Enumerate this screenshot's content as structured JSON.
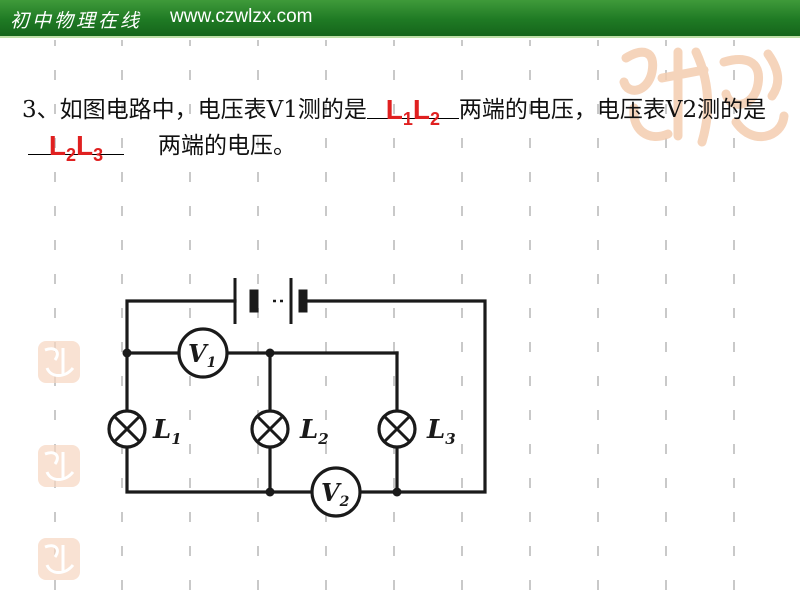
{
  "header": {
    "logo_text": "初中物理在线",
    "site_url": "www.czwlzx.com"
  },
  "question": {
    "part1": "3、如图电路中，电压表V1测的是",
    "answer1": {
      "a": "L",
      "a_sub": "1",
      "b": "L",
      "b_sub": "2"
    },
    "part2": "两端的电压，电压表V2测的是",
    "answer2": {
      "a": "L",
      "a_sub": "2",
      "b": "L",
      "b_sub": "3"
    },
    "part3": "两端的电压。"
  },
  "circuit": {
    "voltmeter1": "V",
    "voltmeter1_sub": "1",
    "voltmeter2": "V",
    "voltmeter2_sub": "2",
    "lamps": [
      {
        "label": "L",
        "sub": "1"
      },
      {
        "label": "L",
        "sub": "2"
      },
      {
        "label": "L",
        "sub": "3"
      }
    ]
  },
  "colors": {
    "header_green": "#1f7a24",
    "answer_red": "#e02020",
    "watermark_peach": "#f2c4a4"
  }
}
